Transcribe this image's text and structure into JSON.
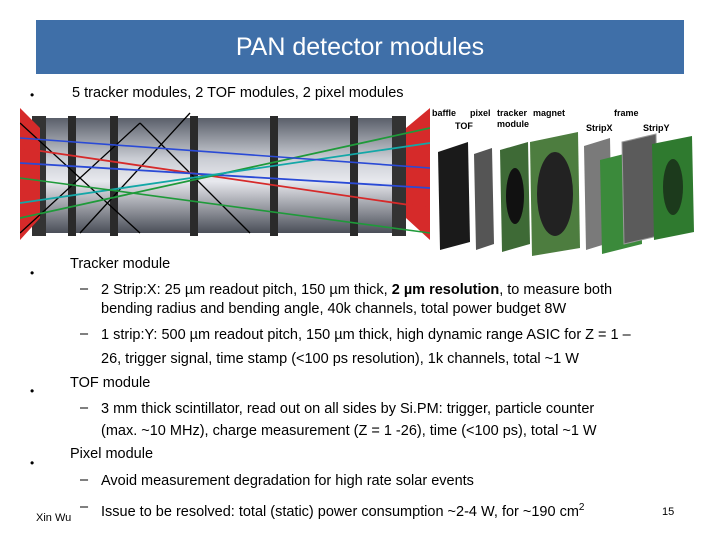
{
  "title": "PAN detector modules",
  "bullets": {
    "b1": "5 tracker modules, 2 TOF modules, 2 pixel modules",
    "tracker": {
      "heading": "Tracker module",
      "s1_pre": "2 Strip:X: 25 µm readout pitch, 150 µm thick, ",
      "s1_hl": "2 µm resolution",
      "s1_post": ", to measure both",
      "s1_cont": "bending radius and bending angle, 40k channels, total power budget 8W",
      "s2": "1 strip:Y: 500 µm readout pitch, 150 µm thick, high dynamic range ASIC for Z = 1 –",
      "s2_cont": "26, trigger signal, time stamp (<100 ps resolution), 1k channels, total ~1 W"
    },
    "tof": {
      "heading": "TOF module",
      "s1": "3 mm thick scintillator, read out on all sides by Si.PM: trigger, particle counter",
      "s1_cont": "(max. ~10 MHz), charge measurement (Z = 1 -26), time (<100 ps), total ~1 W"
    },
    "pixel": {
      "heading": "Pixel module",
      "s1": "Avoid measurement degradation for high rate solar events",
      "s2": "Issue to be resolved: total (static) power consumption ~2-4 W, for ~190 cm",
      "s2_sup": "2"
    }
  },
  "figure_labels": {
    "baffle": "baffle",
    "pixel": "pixel",
    "tracker": "tracker",
    "magnet": "magnet",
    "frame": "frame",
    "tof": "TOF",
    "module": "module",
    "stripx": "StripX",
    "stripy": "StripY"
  },
  "footer": {
    "author": "Xin Wu",
    "page": "15"
  }
}
